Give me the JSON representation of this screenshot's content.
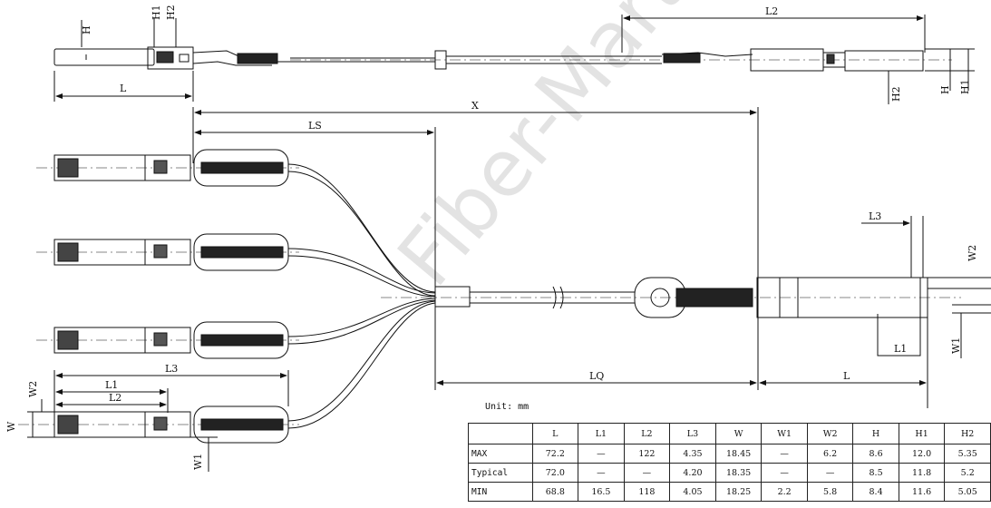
{
  "labels": {
    "top_H": "H",
    "top_H1": "H1",
    "top_H2": "H2",
    "top_L": "L",
    "top_L2": "L2",
    "right_H2": "H2",
    "right_H": "H",
    "right_H1": "H1",
    "X": "X",
    "LS": "LS",
    "LQ": "LQ",
    "L_bottom": "L",
    "L3_right": "L3",
    "W2_right": "W2",
    "W1_right": "W1",
    "L1_right": "L1",
    "L3_left": "L3",
    "L1_left": "L1",
    "L2_left": "L2",
    "W2_left": "W2",
    "W_left": "W",
    "W1_left": "W1"
  },
  "unit_text": "Unit: mm",
  "table": {
    "headers": [
      "",
      "L",
      "L1",
      "L2",
      "L3",
      "W",
      "W1",
      "W2",
      "H",
      "H1",
      "H2"
    ],
    "rows": [
      [
        "MAX",
        "72.2",
        "—",
        "122",
        "4.35",
        "18.45",
        "—",
        "6.2",
        "8.6",
        "12.0",
        "5.35"
      ],
      [
        "Typical",
        "72.0",
        "—",
        "—",
        "4.20",
        "18.35",
        "—",
        "—",
        "8.5",
        "11.8",
        "5.2"
      ],
      [
        "MIN",
        "68.8",
        "16.5",
        "118",
        "4.05",
        "18.25",
        "2.2",
        "5.8",
        "8.4",
        "11.6",
        "5.05"
      ]
    ]
  },
  "watermark": "Fiber-Mart.com"
}
